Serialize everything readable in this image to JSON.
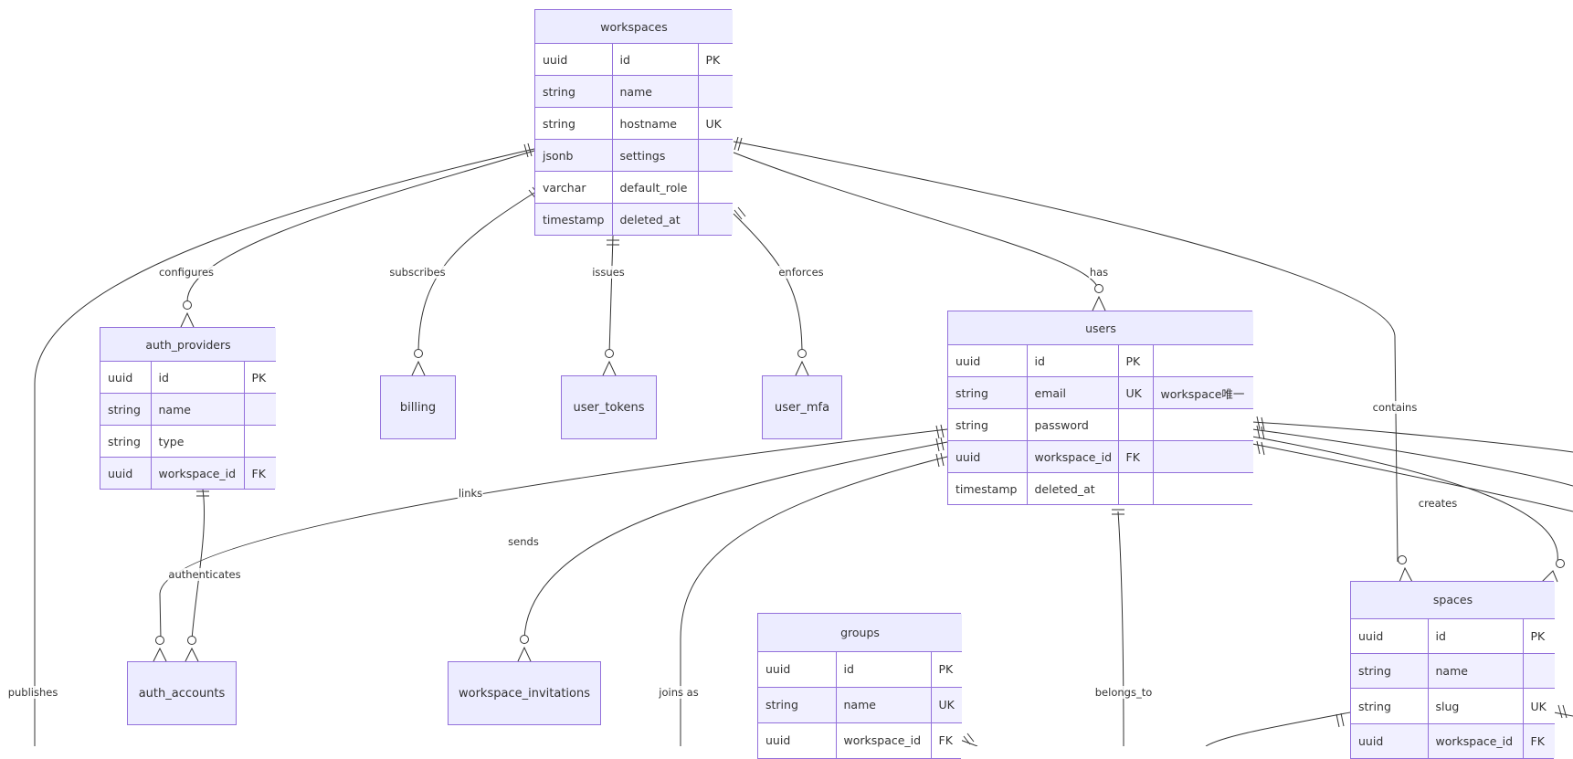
{
  "colors": {
    "entity_fill": "#ececff",
    "entity_border": "#9370db",
    "row_odd": "#ffffff",
    "row_even": "#f1f0ff",
    "line": "#333333"
  },
  "entities": {
    "workspaces": {
      "name": "workspaces",
      "rows": [
        [
          "uuid",
          "id",
          "PK"
        ],
        [
          "string",
          "name",
          ""
        ],
        [
          "string",
          "hostname",
          "UK"
        ],
        [
          "jsonb",
          "settings",
          ""
        ],
        [
          "varchar",
          "default_role",
          ""
        ],
        [
          "timestamp",
          "deleted_at",
          ""
        ]
      ]
    },
    "auth_providers": {
      "name": "auth_providers",
      "rows": [
        [
          "uuid",
          "id",
          "PK"
        ],
        [
          "string",
          "name",
          ""
        ],
        [
          "string",
          "type",
          ""
        ],
        [
          "uuid",
          "workspace_id",
          "FK"
        ]
      ]
    },
    "users": {
      "name": "users",
      "rows": [
        [
          "uuid",
          "id",
          "PK",
          ""
        ],
        [
          "string",
          "email",
          "UK",
          "workspace唯一"
        ],
        [
          "string",
          "password",
          "",
          ""
        ],
        [
          "uuid",
          "workspace_id",
          "FK",
          ""
        ],
        [
          "timestamp",
          "deleted_at",
          "",
          ""
        ]
      ]
    },
    "groups": {
      "name": "groups",
      "rows": [
        [
          "uuid",
          "id",
          "PK"
        ],
        [
          "string",
          "name",
          "UK"
        ],
        [
          "uuid",
          "workspace_id",
          "FK"
        ],
        [
          "",
          "",
          ""
        ]
      ]
    },
    "spaces": {
      "name": "spaces",
      "rows": [
        [
          "uuid",
          "id",
          "PK"
        ],
        [
          "string",
          "name",
          ""
        ],
        [
          "string",
          "slug",
          "UK"
        ],
        [
          "uuid",
          "workspace_id",
          "FK"
        ],
        [
          "",
          "",
          ""
        ]
      ]
    },
    "billing": {
      "name": "billing"
    },
    "user_tokens": {
      "name": "user_tokens"
    },
    "user_mfa": {
      "name": "user_mfa"
    },
    "auth_accounts": {
      "name": "auth_accounts"
    },
    "workspace_invitations": {
      "name": "workspace_invitations"
    }
  },
  "relationships": {
    "configures": "configures",
    "subscribes": "subscribes",
    "issues": "issues",
    "enforces": "enforces",
    "has": "has",
    "contains": "contains",
    "publishes": "publishes",
    "links": "links",
    "sends": "sends",
    "authenticates": "authenticates",
    "creates": "creates",
    "joins_as": "joins as",
    "belongs_to": "belongs_to"
  }
}
